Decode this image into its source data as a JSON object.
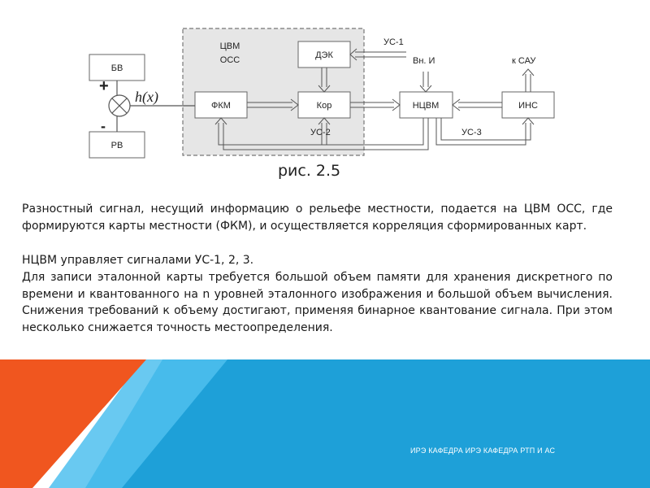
{
  "diagram": {
    "blocks": {
      "bv": "БВ",
      "rv": "РВ",
      "fkm": "ФКМ",
      "kor": "Кор",
      "dek": "ДЭК",
      "ntsvm": "НЦВМ",
      "ins": "ИНС"
    },
    "group_label_line1": "ЦВМ",
    "group_label_line2": "ОСС",
    "plus": "+",
    "minus": "-",
    "signal_label": "h(x)",
    "us1": "УС-1",
    "us2": "УС-2",
    "us3": "УС-3",
    "vn_i": "Вн. И",
    "k_sau": "к САУ"
  },
  "caption": "рис. 2.5",
  "paragraphs": {
    "p1": "Разностный сигнал, несущий информацию о рельефе местности, подается на ЦВМ ОСС, где формируются карты местности (ФКМ), и осуществляется корреляция сформированных карт.",
    "p2": "НЦВМ управляет сигналами УС-1, 2, 3.",
    "p3": "Для записи эталонной карты требуется большой объем памяти для хранения дискретного по времени и квантованного на n уровней эталонного изображения и большой объем вычисления. Снижения требований к объему достигают, применяя бинарное квантование сигнала. При этом несколько снижается точность местоопределения."
  },
  "footer": {
    "text": "ИРЭ КАФЕДРА ИРЭ КАФЕДРА РТП И АС",
    "colors": {
      "orange": "#f0561f",
      "blue": "#1ea0d8",
      "light_blue": "#4fc0ee"
    }
  }
}
